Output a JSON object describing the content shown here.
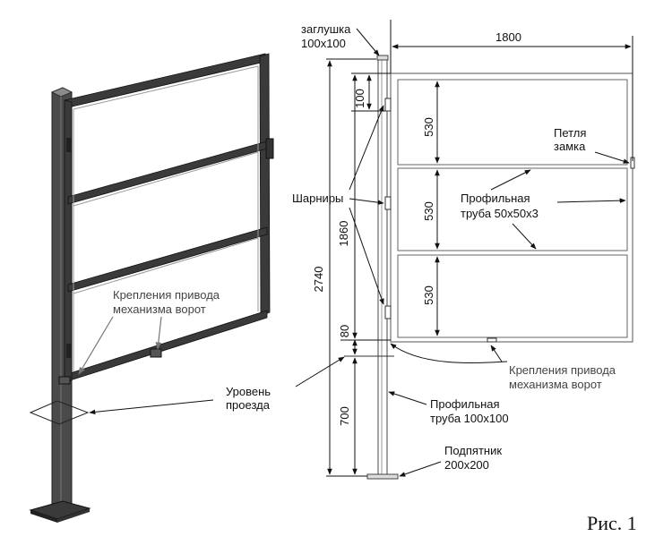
{
  "labels": {
    "plug": [
      "заглушка",
      "100x100"
    ],
    "hinges": "Шарниры",
    "drive_mount_left": [
      "Крепления привода",
      "механизма ворот"
    ],
    "drive_mount_right": [
      "Крепления привода",
      "механизма ворот"
    ],
    "road_level": [
      "Уровень",
      "проезда"
    ],
    "lock_loop": [
      "Петля",
      "замка"
    ],
    "panel_tube": [
      "Профильная",
      "труба 50x50x3"
    ],
    "post_tube": [
      "Профильная",
      "труба 100x100"
    ],
    "base_plate": [
      "Подпятник",
      "200x200"
    ]
  },
  "dimensions": {
    "width_total": "1800",
    "height_total": "2740",
    "leaf_height": "1860",
    "top_offset": "100",
    "panel_1": "530",
    "panel_2": "530",
    "panel_3": "530",
    "bottom_gap": "80",
    "underground": "700"
  },
  "figure_caption": "Рис. 1"
}
